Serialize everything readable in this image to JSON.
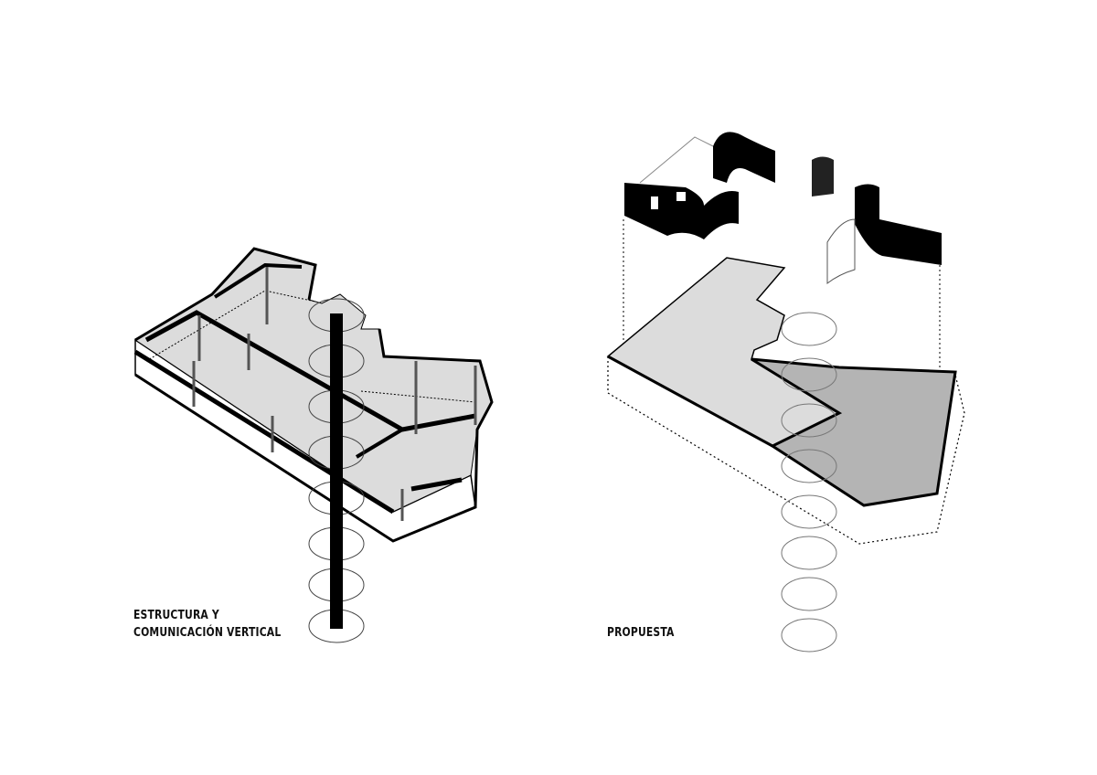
{
  "diagrams": [
    {
      "id": "structure",
      "label_lines": [
        "ESTRUCTURA Y",
        "COMUNICACIÓN VERTICAL"
      ]
    },
    {
      "id": "proposal",
      "label_lines": [
        "PROPUESTA"
      ]
    }
  ],
  "colors": {
    "slab_light": "#dcdcdc",
    "slab_dark": "#b4b4b4",
    "line": "#000000"
  }
}
